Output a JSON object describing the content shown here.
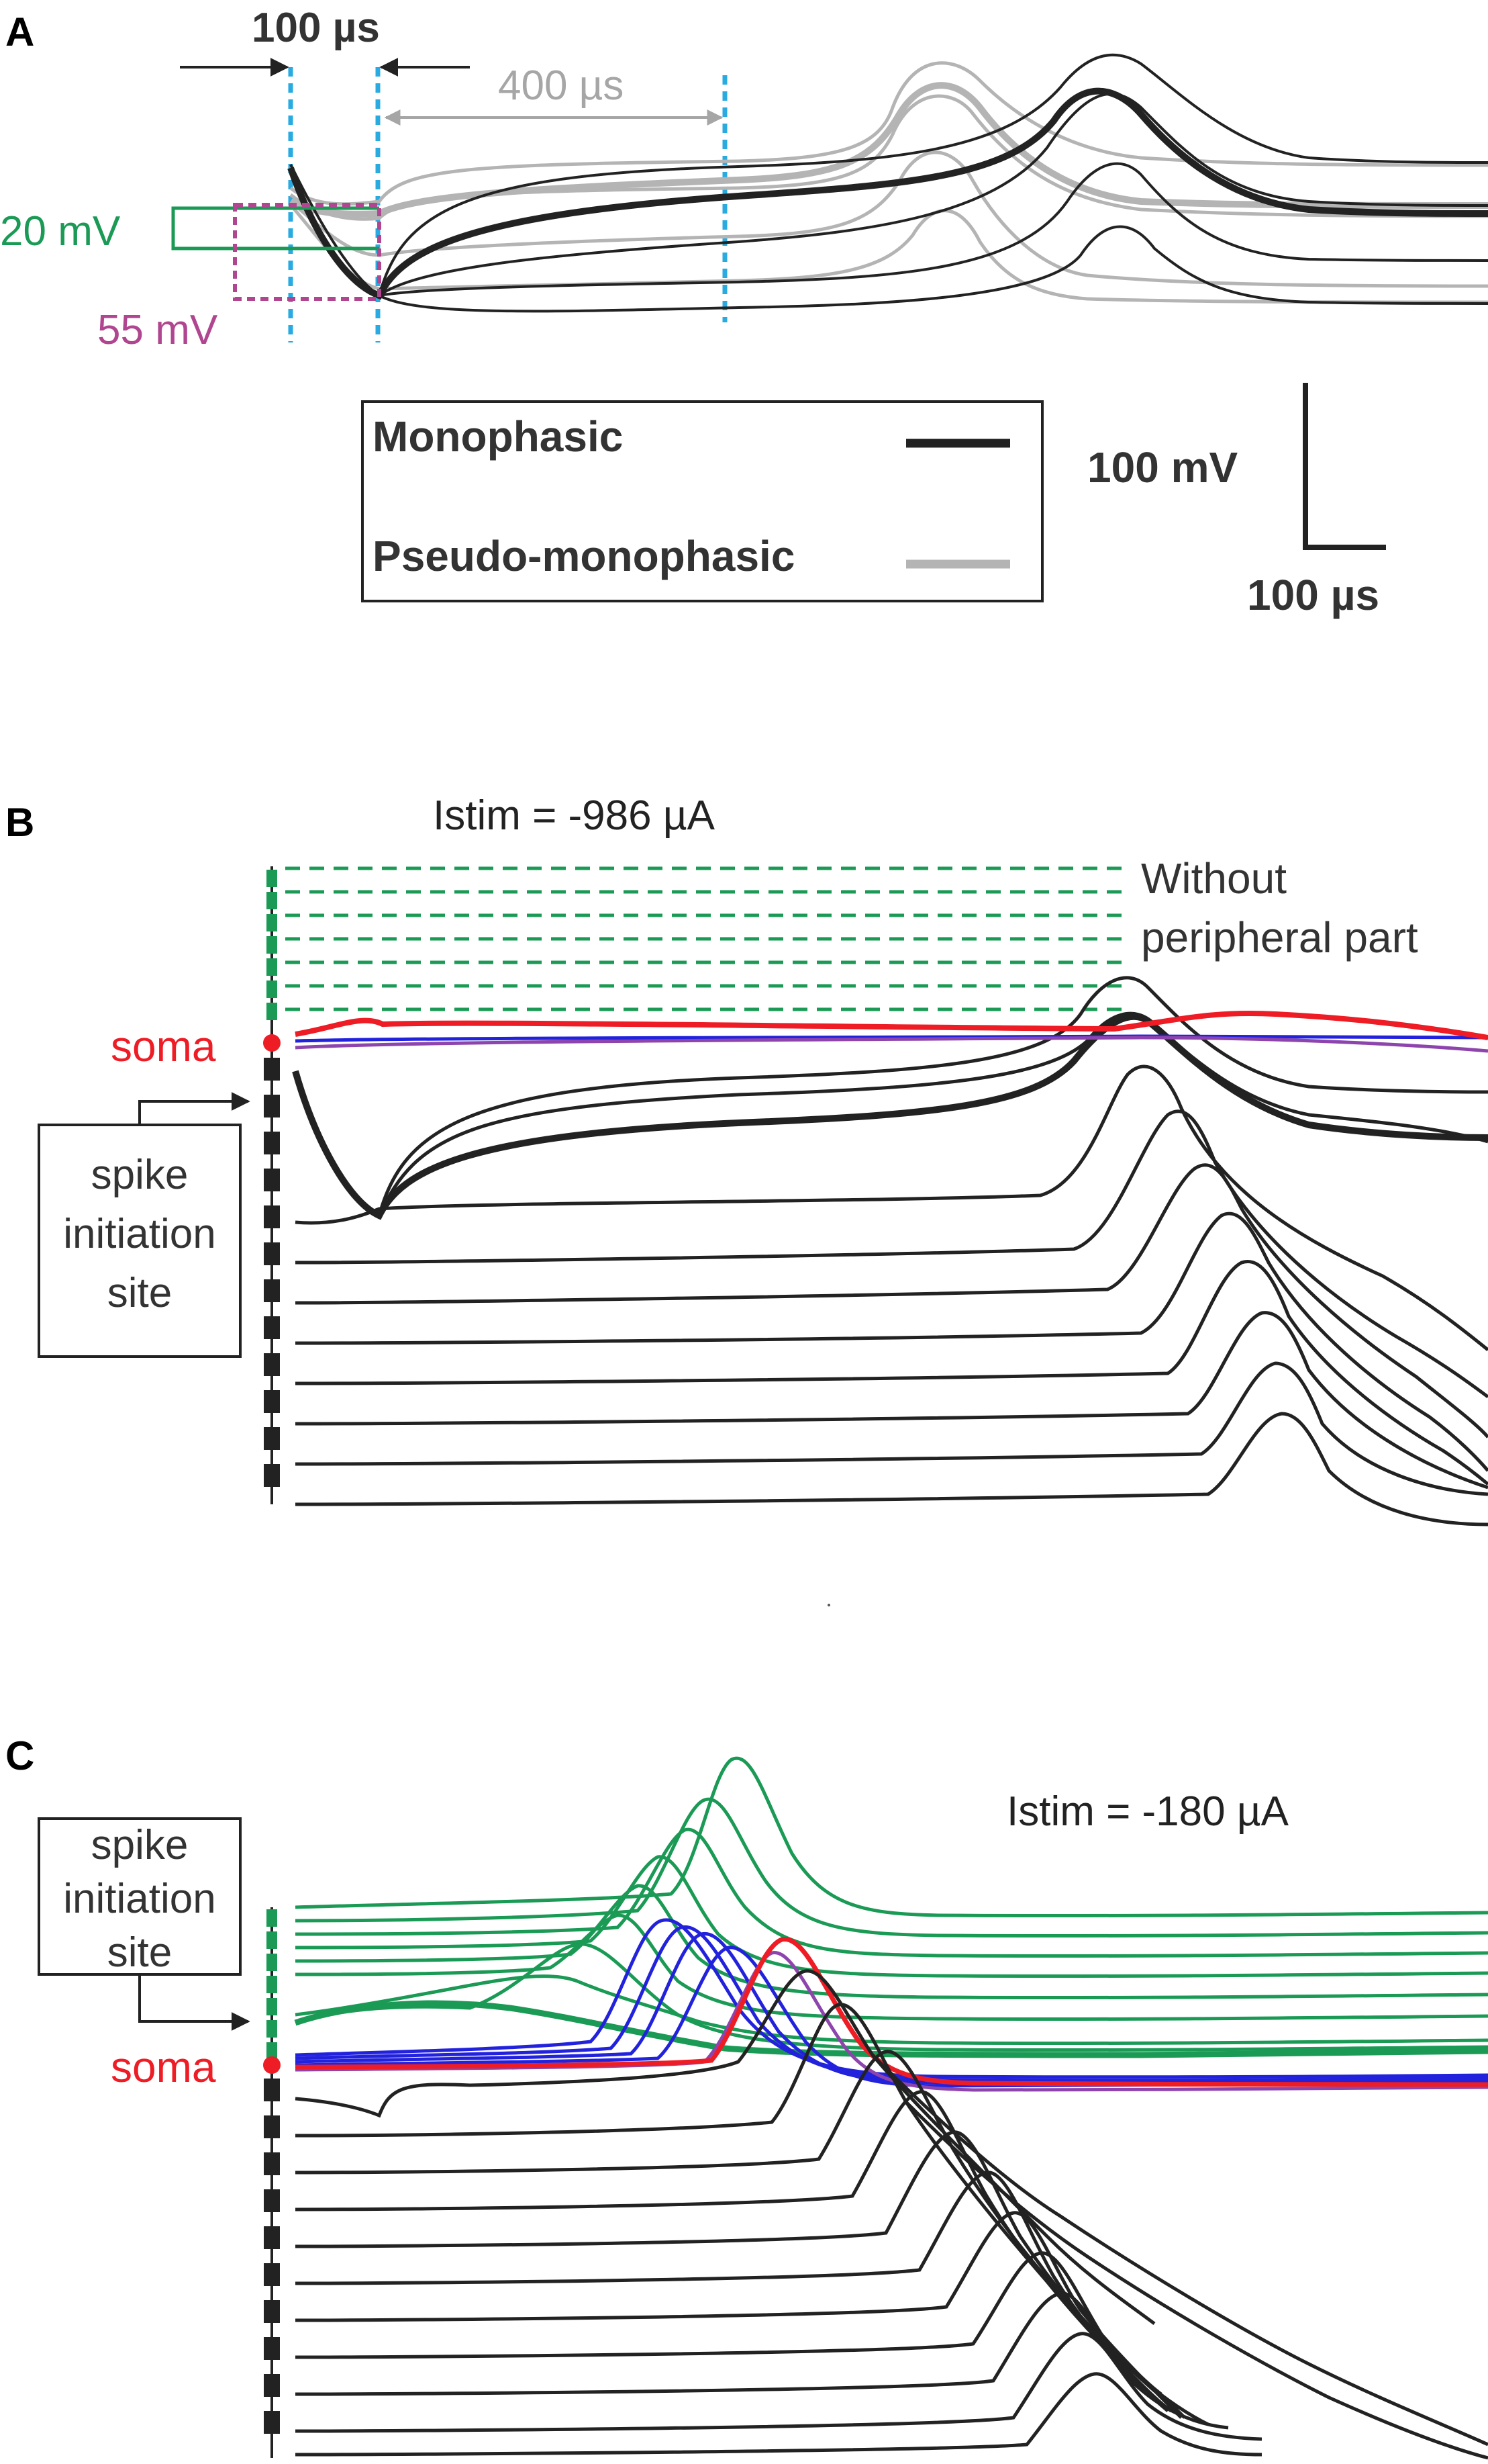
{
  "panel_a": {
    "label": "A",
    "label_100us": "100 µs",
    "label_400us": "400 µs",
    "label_20mv": "20 mV",
    "label_55mv": "55 mV",
    "legend": {
      "monophasic": "Monophasic",
      "pseudo": "Pseudo-monophasic"
    },
    "scalebar": {
      "voltage": "100 mV",
      "time": "100 µs"
    }
  },
  "panel_b": {
    "label": "B",
    "istim": "Istim = -986 µA",
    "without_line1": "Without",
    "without_line2": "peripheral part",
    "soma": "soma",
    "box_line1": "spike",
    "box_line2": "initiation",
    "box_line3": "site"
  },
  "panel_c": {
    "label": "C",
    "istim": "Istim = -180 µA",
    "soma": "soma",
    "box_line1": "spike",
    "box_line2": "initiation",
    "box_line3": "site"
  },
  "colors": {
    "axon_trace": "#222222",
    "pseudo_trace": "#b4b4b4",
    "peripheral": "#1a9a55",
    "soma": "#ee1c24",
    "blue_trace": "#2222dd",
    "cyan_marker": "#29abe2",
    "magenta_box": "#b0468f",
    "green_label": "#1a9a55"
  }
}
